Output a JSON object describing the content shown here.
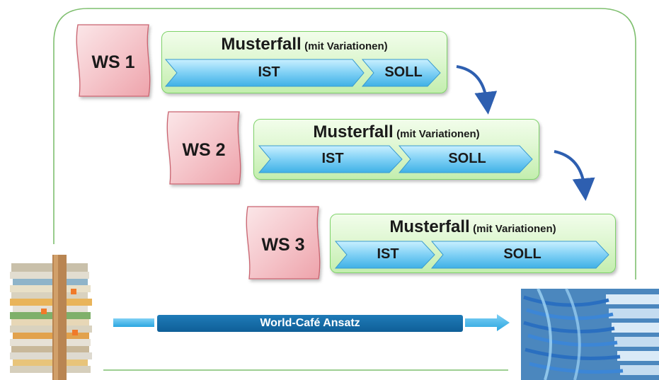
{
  "workshops": [
    {
      "label": "WS 1",
      "title": "Musterfall",
      "subtitle": "(mit Variationen)",
      "ist_label": "IST",
      "soll_label": "SOLL"
    },
    {
      "label": "WS 2",
      "title": "Musterfall",
      "subtitle": "(mit Variationen)",
      "ist_label": "IST",
      "soll_label": "SOLL"
    },
    {
      "label": "WS 3",
      "title": "Musterfall",
      "subtitle": "(mit Variationen)",
      "ist_label": "IST",
      "soll_label": "SOLL"
    }
  ],
  "banner": {
    "label": "World-Café Ansatz"
  },
  "colors": {
    "frame_border": "#7fbf6f",
    "green_box_border": "#7fd36a",
    "chevron_fill": "#7fd0f5",
    "ws_card_fill": "#f4c3c8",
    "curved_arrow": "#2e5fb0",
    "banner_fill": "#0f5f98",
    "flow_arrow": "#2aa6e0"
  },
  "icons": {
    "left_image": "paper-stack-icon",
    "right_image": "network-cables-icon"
  }
}
